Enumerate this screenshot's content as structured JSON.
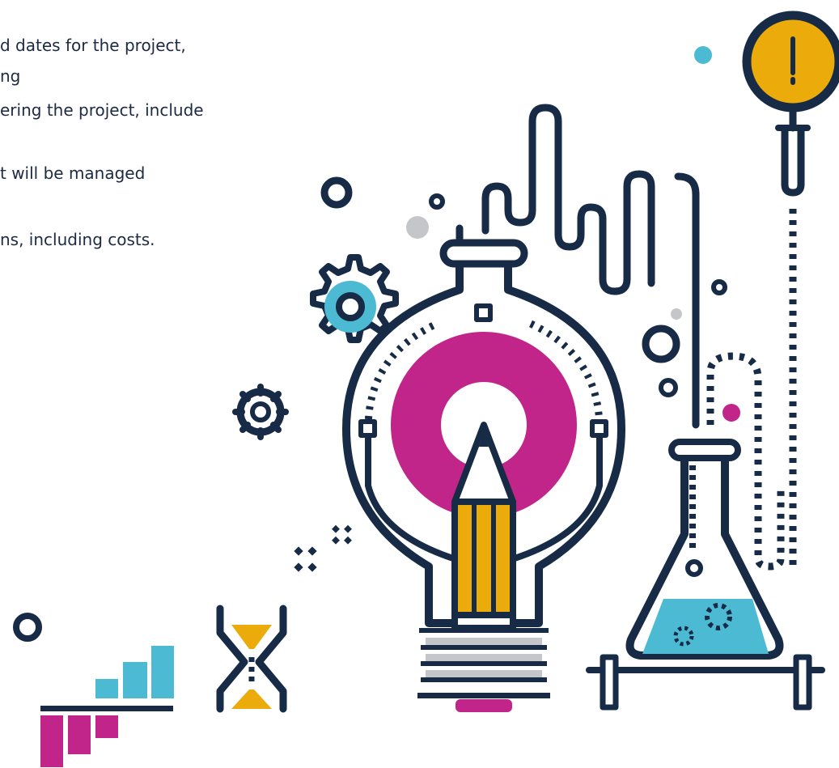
{
  "text_lines": [
    "d dates for the project,",
    "ng",
    "ering the project, include",
    "t will be managed",
    "ns, including costs."
  ],
  "colors": {
    "navy": "#172b46",
    "teal": "#4cbad3",
    "magenta": "#c2258a",
    "yellow": "#ebab0b",
    "gray": "#c4c6c9",
    "white": "#ffffff"
  },
  "icons": [
    "light-bulb-icon",
    "pencil-icon",
    "gear-icon",
    "small-gear-icon",
    "conical-flask-icon",
    "magnifying-glass-icon",
    "exclamation-icon",
    "hourglass-icon",
    "bar-chart-icon",
    "sparkle-icon"
  ]
}
